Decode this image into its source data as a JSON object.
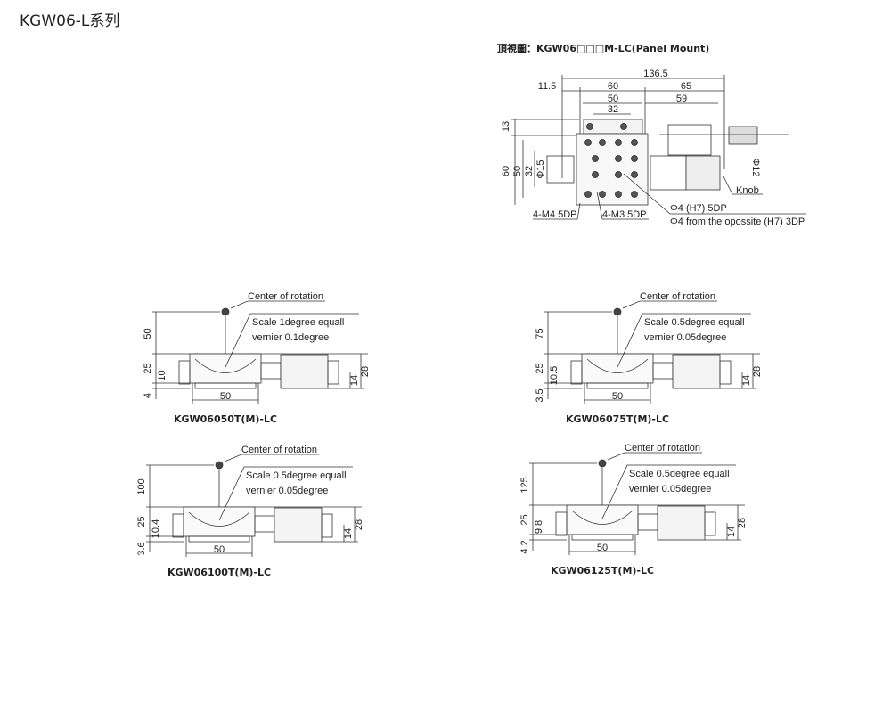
{
  "page_title": "KGW06-L系列",
  "top_view": {
    "caption": "頂視圖：KGW06□□□M-LC(Panel Mount)",
    "dims": {
      "overall": "136.5",
      "offset": "11.5",
      "w60": "60",
      "w65": "65",
      "w50": "50",
      "w59": "59",
      "w32": "32",
      "h13": "13",
      "h60": "60",
      "h50": "50",
      "h32": "32",
      "phi15": "Φ15",
      "phi12": "Φ12"
    },
    "labels": {
      "knob": "Knob",
      "m4": "4-M4 5DP",
      "m3": "4-M3 5DP",
      "pin1": "Φ4 (H7) 5DP",
      "pin2": "Φ4 from the opossite (H7) 3DP"
    }
  },
  "side_views": [
    {
      "model": "KGW06050T(M)-LC",
      "center_label": "Center of rotation",
      "scale": "Scale 1degree equall",
      "vernier": "vernier 0.1degree",
      "height": "50",
      "body": "25",
      "axis": "10",
      "base": "4",
      "width": "50",
      "motor_h": "28",
      "motor_axis": "14"
    },
    {
      "model": "KGW06075T(M)-LC",
      "center_label": "Center of rotation",
      "scale": "Scale 0.5degree equall",
      "vernier": "vernier 0.05degree",
      "height": "75",
      "body": "25",
      "axis": "10.5",
      "base": "3.5",
      "width": "50",
      "motor_h": "28",
      "motor_axis": "14"
    },
    {
      "model": "KGW06100T(M)-LC",
      "center_label": "Center of rotation",
      "scale": "Scale 0.5degree equall",
      "vernier": "vernier 0.05degree",
      "height": "100",
      "body": "25",
      "axis": "10.4",
      "base": "3.6",
      "width": "50",
      "motor_h": "28",
      "motor_axis": "14"
    },
    {
      "model": "KGW06125T(M)-LC",
      "center_label": "Center of rotation",
      "scale": "Scale 0.5degree equall",
      "vernier": "vernier 0.05degree",
      "height": "125",
      "body": "25",
      "axis": "9.8",
      "base": "4.2",
      "width": "50",
      "motor_h": "28",
      "motor_axis": "14"
    }
  ]
}
